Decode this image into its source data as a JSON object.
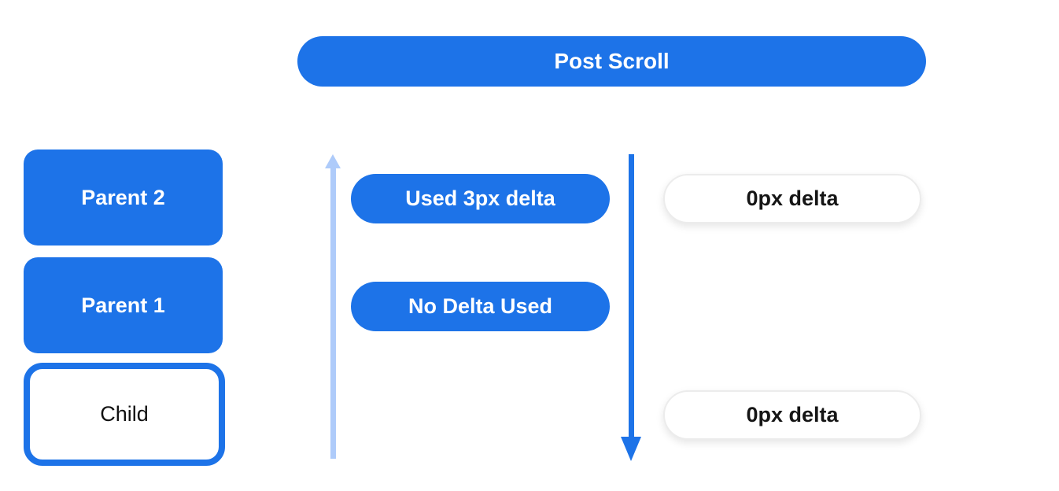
{
  "title": {
    "label": "Post Scroll"
  },
  "colors": {
    "primary_blue": "#1d73e8",
    "light_blue": "#aecbfa",
    "pill_border": "#ececec",
    "background": "#ffffff",
    "dark_text": "#151515"
  },
  "scroll_chain": {
    "items": [
      {
        "id": "parent-2",
        "label": "Parent 2",
        "style": "filled-blue"
      },
      {
        "id": "parent-1",
        "label": "Parent 1",
        "style": "filled-blue"
      },
      {
        "id": "child",
        "label": "Child",
        "style": "outlined-blue"
      }
    ]
  },
  "arrows": [
    {
      "id": "scroll-up-arrow",
      "direction": "up",
      "color": "#aecbfa"
    },
    {
      "id": "scroll-down-arrow",
      "direction": "down",
      "color": "#1d73e8"
    }
  ],
  "deltas": {
    "consumed": [
      {
        "label": "Used 3px delta",
        "style": "filled-blue"
      },
      {
        "label": "No Delta Used",
        "style": "filled-blue"
      }
    ],
    "remaining": [
      {
        "label": "0px delta",
        "style": "outlined-white"
      },
      {
        "label": "0px delta",
        "style": "outlined-white"
      }
    ]
  }
}
